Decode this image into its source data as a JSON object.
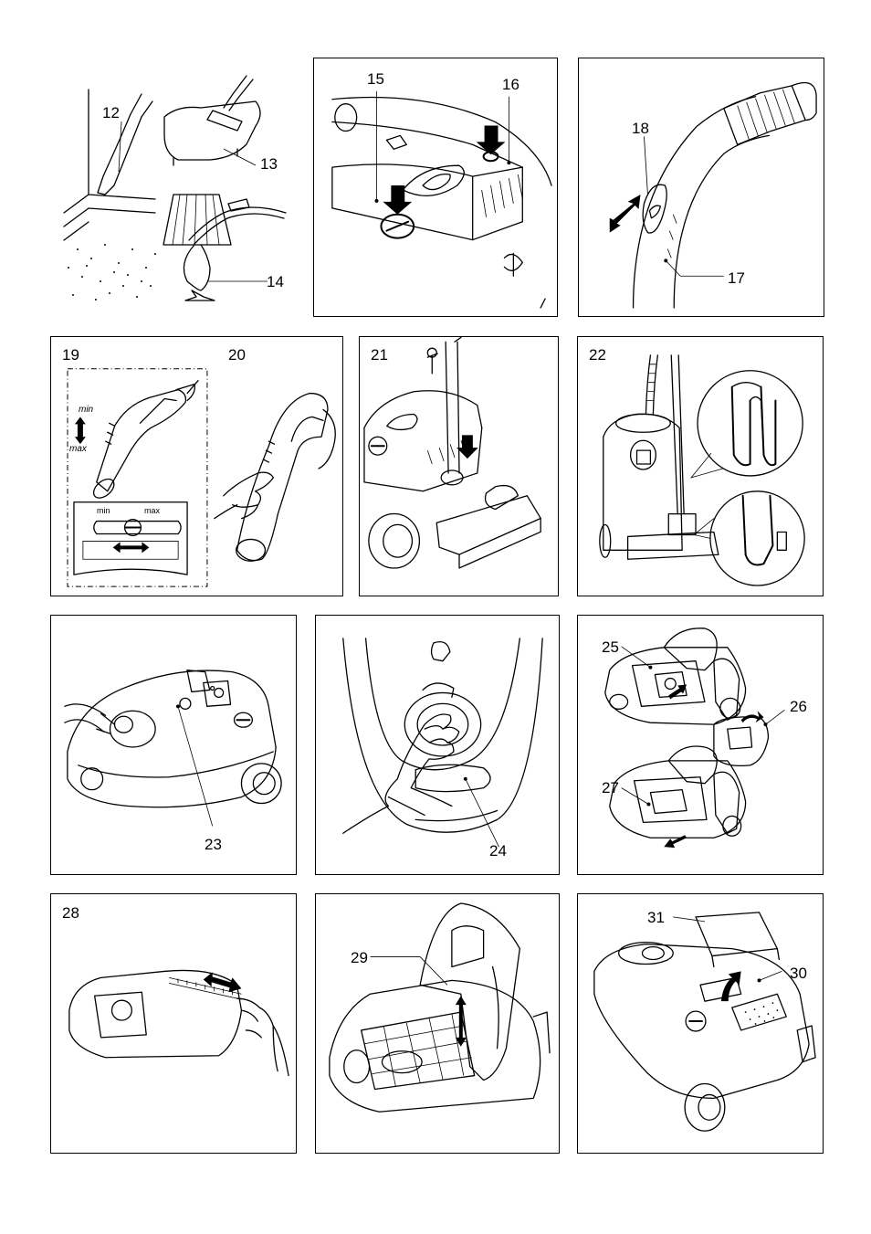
{
  "page": {
    "background": "#ffffff",
    "line_color": "#000000"
  },
  "panels": [
    {
      "id": "p-12-14",
      "labels": [
        "12",
        "13",
        "14"
      ],
      "bordered": false
    },
    {
      "id": "p-15-16",
      "labels": [
        "15",
        "16"
      ],
      "bordered": true
    },
    {
      "id": "p-17-18",
      "labels": [
        "18",
        "17"
      ],
      "bordered": true
    },
    {
      "id": "p-19-20",
      "labels": [
        "19",
        "20"
      ],
      "bordered": true,
      "extra_text": [
        "min",
        "max",
        "min",
        "max"
      ]
    },
    {
      "id": "p-21",
      "labels": [
        "21"
      ],
      "bordered": true
    },
    {
      "id": "p-22",
      "labels": [
        "22"
      ],
      "bordered": true
    },
    {
      "id": "p-23",
      "labels": [
        "23"
      ],
      "bordered": true
    },
    {
      "id": "p-24",
      "labels": [
        "24"
      ],
      "bordered": true
    },
    {
      "id": "p-25-27",
      "labels": [
        "25",
        "26",
        "27"
      ],
      "bordered": true
    },
    {
      "id": "p-28",
      "labels": [
        "28"
      ],
      "bordered": true
    },
    {
      "id": "p-29",
      "labels": [
        "29"
      ],
      "bordered": true
    },
    {
      "id": "p-30-31",
      "labels": [
        "31",
        "30"
      ],
      "bordered": true
    }
  ],
  "icons": [
    "arrow-down-icon",
    "double-arrow-icon",
    "minus-button-icon"
  ]
}
